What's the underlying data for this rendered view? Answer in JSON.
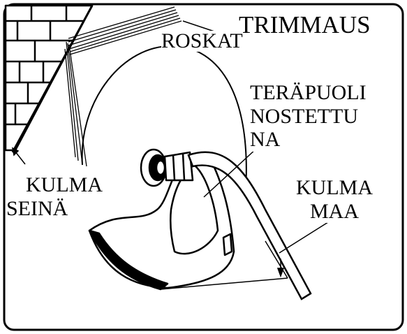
{
  "labels": {
    "title": "TRIMMAUS",
    "debris": "ROSKAT",
    "blade_side_raised": "TERÄPUOLI\nNOSTETTU\nNA",
    "angle_wall": "KULMA\nSEINÄ",
    "angle_ground": "KULMA\nMAA"
  },
  "colors": {
    "ink": "#000000",
    "paper": "#ffffff"
  }
}
